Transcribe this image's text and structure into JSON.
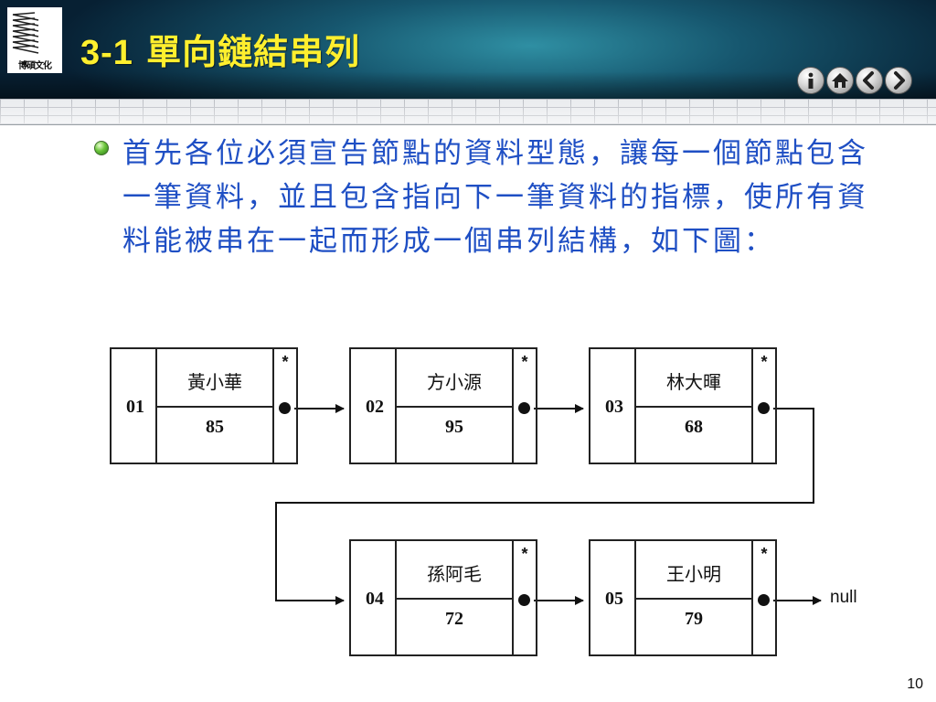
{
  "header": {
    "logo_text": "博碩文化",
    "title_number": "3-1",
    "title_text": "單向鏈結串列",
    "nav_icons": [
      "info-icon",
      "home-icon",
      "back-icon",
      "forward-icon"
    ]
  },
  "body": {
    "paragraph": "首先各位必須宣告節點的資料型態，讓每一個節點包含一筆資料，並且包含指向下一筆資料的指標，使所有資料能被串在一起而形成一個串列結構，如下圖："
  },
  "diagram": {
    "nodes": [
      {
        "id": "01",
        "name": "黃小華",
        "score": "85",
        "pointer": "*"
      },
      {
        "id": "02",
        "name": "方小源",
        "score": "95",
        "pointer": "*"
      },
      {
        "id": "03",
        "name": "林大暉",
        "score": "68",
        "pointer": "*"
      },
      {
        "id": "04",
        "name": "孫阿毛",
        "score": "72",
        "pointer": "*"
      },
      {
        "id": "05",
        "name": "王小明",
        "score": "79",
        "pointer": "*"
      }
    ],
    "null_label": "null"
  },
  "footer": {
    "page_number": "10"
  },
  "colors": {
    "title": "#ffef2e",
    "body_text": "#1f4fc4",
    "header_bg": "#16566e"
  }
}
